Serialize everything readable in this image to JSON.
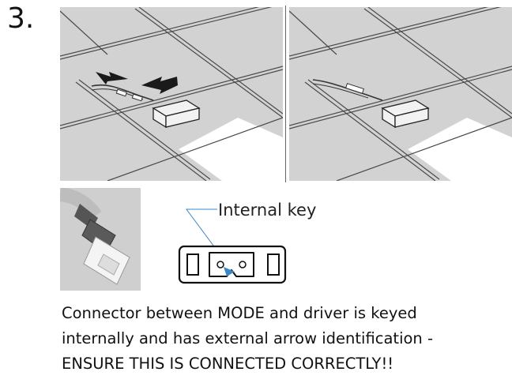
{
  "step": {
    "number": "3."
  },
  "diagram": {
    "callout_label": "Internal key"
  },
  "caption": {
    "line1": "Connector between MODE and driver is keyed",
    "line2": "internally and has external arrow identification -",
    "line3": "ENSURE THIS IS CONNECTED CORRECTLY!!"
  },
  "colors": {
    "ceiling_tile": "#d2d2d2",
    "tile_lines": "#4a4a4a",
    "arrow": "#1a1a1a",
    "leader_line": "#3a86c8",
    "key_marker": "#3a86c8"
  }
}
